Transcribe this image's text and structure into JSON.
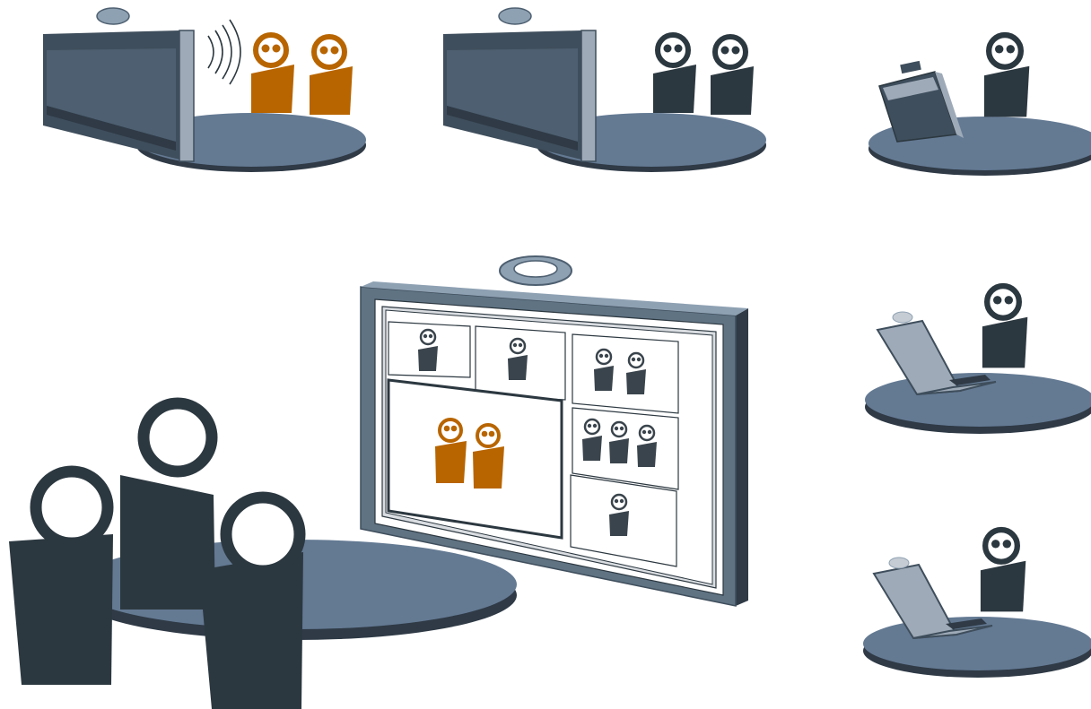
{
  "scene": {
    "colors": {
      "background": "#ffffff",
      "person_dark": "#2c3840",
      "person_active": "#b86500",
      "table_top": "#647a93",
      "table_edge": "#2f3a46",
      "monitor_body": "#3f4e5c",
      "monitor_face": "#56687a",
      "monitor_frame": "#5f7383",
      "screen_white": "#ffffff",
      "laptop_lid": "#9eaab8",
      "camera": "#8ea1b3"
    },
    "stations": [
      {
        "id": "room-a",
        "endpoint": "room-system",
        "participants": 2,
        "state": "speaking"
      },
      {
        "id": "room-b",
        "endpoint": "room-system",
        "participants": 2,
        "state": "idle"
      },
      {
        "id": "desk",
        "endpoint": "desktop-monitor",
        "participants": 1,
        "state": "idle"
      },
      {
        "id": "laptop-1",
        "endpoint": "laptop",
        "participants": 1,
        "state": "idle"
      },
      {
        "id": "laptop-2",
        "endpoint": "laptop",
        "participants": 1,
        "state": "idle"
      },
      {
        "id": "main-room",
        "endpoint": "wall-display",
        "participants": 3,
        "state": "viewing"
      }
    ],
    "wall_display": {
      "tiles": [
        {
          "id": "tile-1",
          "participants": 1,
          "state": "idle"
        },
        {
          "id": "tile-2",
          "participants": 1,
          "state": "idle"
        },
        {
          "id": "tile-3",
          "participants": 2,
          "state": "idle"
        },
        {
          "id": "tile-main",
          "participants": 2,
          "state": "speaking"
        },
        {
          "id": "tile-4",
          "participants": 3,
          "state": "idle"
        },
        {
          "id": "tile-5",
          "participants": 1,
          "state": "idle"
        }
      ]
    }
  }
}
